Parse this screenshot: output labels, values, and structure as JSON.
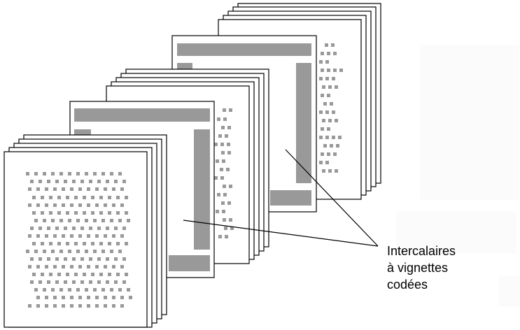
{
  "diagram": {
    "label_lines": [
      "Intercalaires",
      "à vignettes",
      "codées"
    ],
    "colors": {
      "background": "#ffffff",
      "sheet_fill": "#ffffff",
      "sheet_stroke": "#000000",
      "tab_fill": "#999999",
      "dot_fill": "#999999",
      "leader_line": "#000000"
    }
  }
}
